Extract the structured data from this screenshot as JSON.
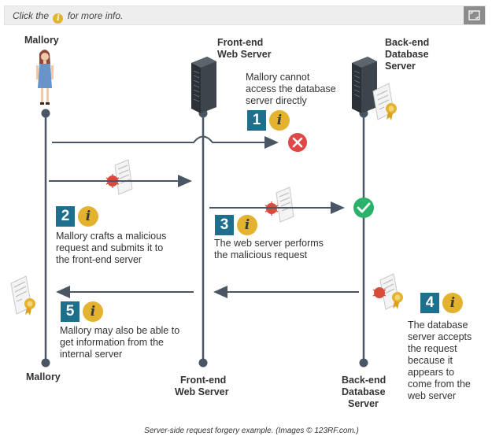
{
  "toolbar": {
    "hint_before": "Click the",
    "hint_icon": "i",
    "hint_after": "for more info.",
    "expand_icon": "expand-icon"
  },
  "lanes": {
    "mallory_top": "Mallory",
    "frontend_top_1": "Front-end",
    "frontend_top_2": "Web Server",
    "backend_top_1": "Back-end",
    "backend_top_2": "Database",
    "backend_top_3": "Server",
    "mallory_bottom": "Mallory",
    "frontend_bottom_1": "Front-end",
    "frontend_bottom_2": "Web Server",
    "backend_bottom_1": "Back-end",
    "backend_bottom_2": "Database",
    "backend_bottom_3": "Server"
  },
  "steps": [
    {
      "number": "1",
      "info": "i",
      "lines": [
        "Mallory cannot",
        "access the database",
        "server directly"
      ]
    },
    {
      "number": "2",
      "info": "i",
      "lines": [
        "Mallory crafts a malicious",
        "request and submits it to",
        "the front-end server"
      ]
    },
    {
      "number": "3",
      "info": "i",
      "lines": [
        "The web server performs",
        "the malicious request"
      ]
    },
    {
      "number": "4",
      "info": "i",
      "lines": [
        "The database",
        "server accepts",
        "the request",
        "because it",
        "appears to",
        "come from the",
        "web server"
      ]
    },
    {
      "number": "5",
      "info": "i",
      "lines": [
        "Mallory may also be able to",
        "get information from the",
        "internal server"
      ]
    }
  ],
  "caption": "Server-side request forgery example. (Images © 123RF.com.)",
  "colors": {
    "lane": "#4a5663",
    "badge": "#1e6f8c",
    "info": "#e3b22f",
    "deny": "#e04848",
    "allow": "#2ab26a",
    "bug": "#d84a3a"
  }
}
